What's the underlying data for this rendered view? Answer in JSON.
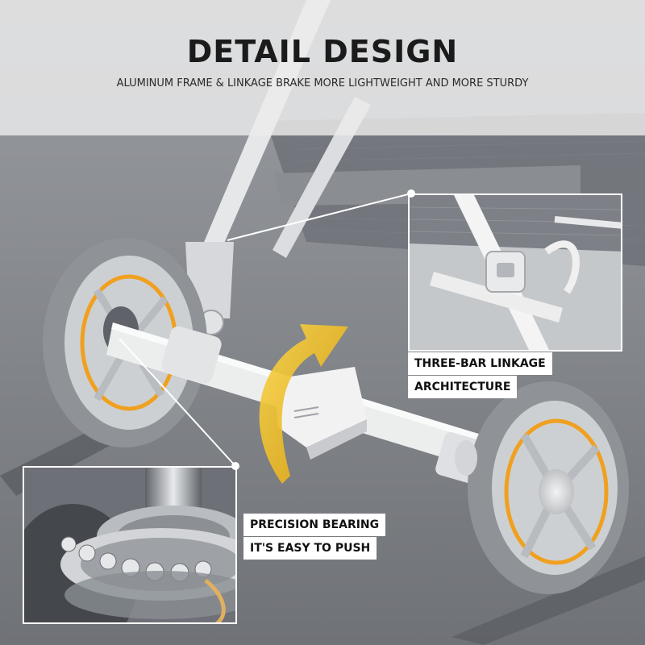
{
  "header": {
    "title": "DETAIL DESIGN",
    "subtitle": "ALUMINUM FRAME & LINKAGE BRAKE MORE LIGHTWEIGHT AND MORE STURDY"
  },
  "callouts": {
    "linkage": {
      "line1": "THREE-BAR LINKAGE",
      "line2": "ARCHITECTURE"
    },
    "bearing": {
      "line1": "PRECISION BEARING",
      "line2": "IT'S EASY TO PUSH"
    }
  },
  "colors": {
    "accent_orange": "#f0a020",
    "arrow_yellow": "#f2c21b",
    "frame_white": "#f2f2f2",
    "tire_gray": "#9a9ca0",
    "header_bg": "#ebebeb"
  }
}
